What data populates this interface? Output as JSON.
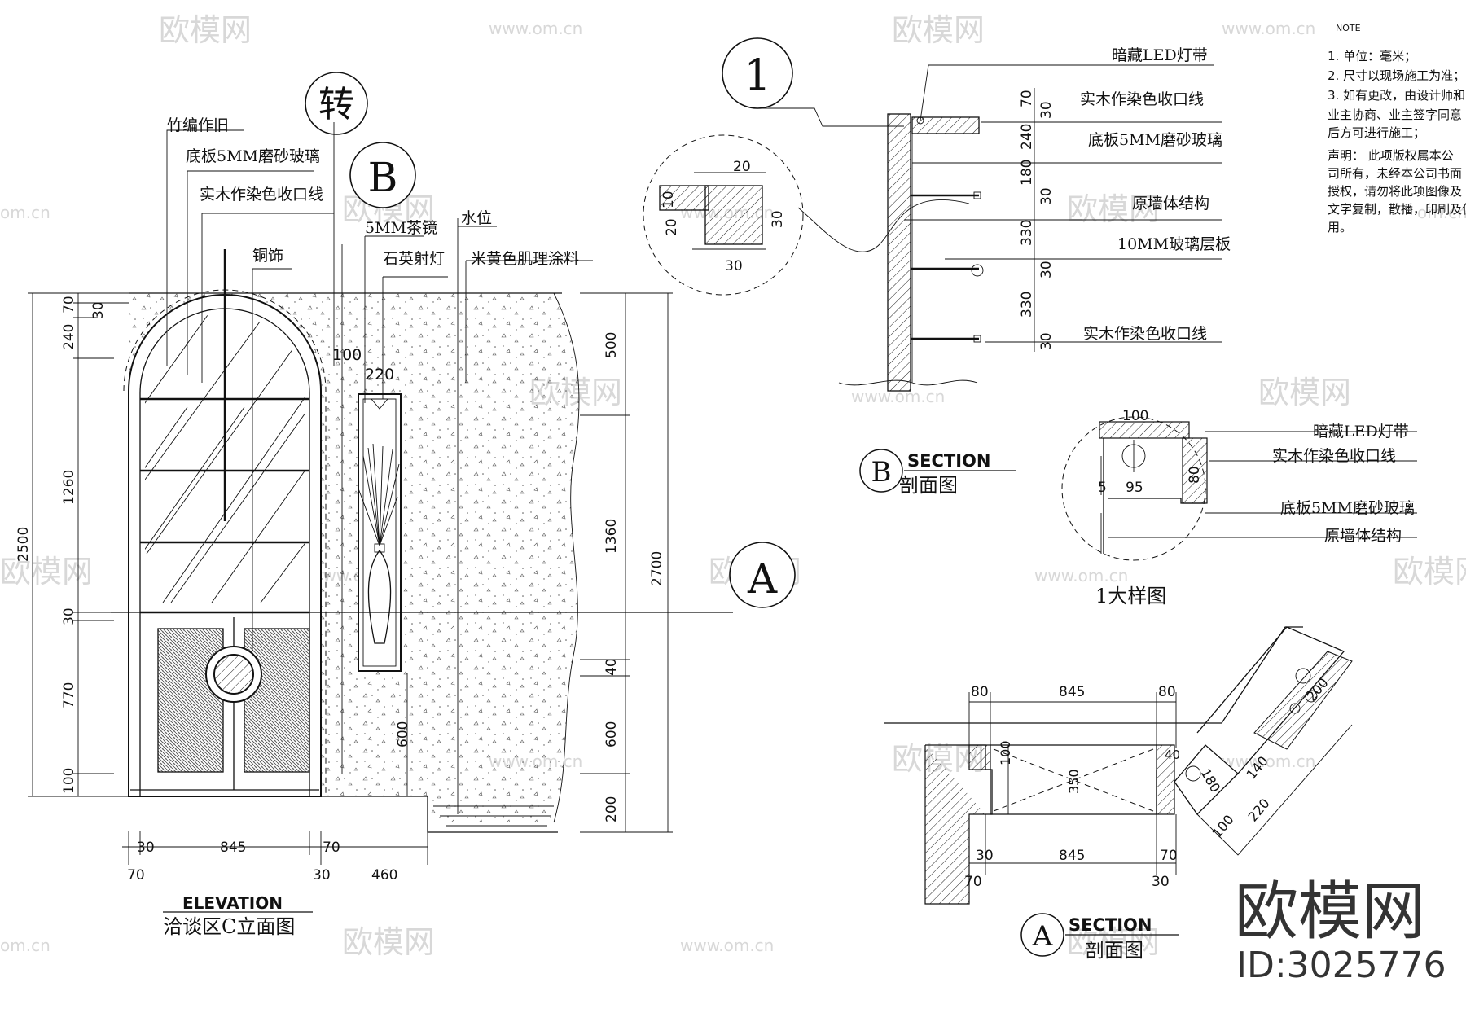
{
  "watermark": {
    "brand": "欧模网",
    "url": "www.om.cn",
    "url_short": "om.cn",
    "big_brand": "欧模网",
    "id": "ID:3025776"
  },
  "notes": {
    "title": "NOTE",
    "items": [
      "1. 单位：毫米；",
      "2. 尺寸以现场施工为准；",
      "3. 如有更改，由设计师和",
      "业主协商、业主签字同意",
      "后方可进行施工；"
    ],
    "statement": [
      "声明：  此项版权属本公",
      "司所有，未经本公司书面",
      "授权，请勿将此项图像及",
      "文字复制，散播，印刷及使",
      "用。"
    ]
  },
  "elevation": {
    "title_en": "ELEVATION",
    "title_cn": "洽谈区C立面图",
    "marker_turn": "转",
    "marker_b": "B",
    "marker_a": "A",
    "labels": {
      "bamboo": "竹编作旧",
      "glass_base": "底板5MM磨砂玻璃",
      "wood_trim": "实木作染色收口线",
      "mirror": "5MM茶镜",
      "copper": "铜饰",
      "quartz_light": "石英射灯",
      "water_level": "水位",
      "paint": "米黄色肌理涂料"
    },
    "dims_left": [
      "70",
      "30",
      "240",
      "1260",
      "2500",
      "30",
      "770",
      "100"
    ],
    "dims_right": [
      "500",
      "1360",
      "2700",
      "40",
      "600",
      "200"
    ],
    "dims_bottom": [
      "30",
      "845",
      "70",
      "70",
      "30",
      "460"
    ],
    "dim_100": "100",
    "dim_220": "220",
    "dim_600": "600"
  },
  "detail1": {
    "marker": "1",
    "title": "1大样图",
    "dims": [
      "20",
      "10",
      "20",
      "30",
      "30"
    ],
    "dims2": [
      "100",
      "95",
      "5",
      "80"
    ],
    "labels": [
      "暗藏LED灯带",
      "实木作染色收口线",
      "底板5MM磨砂玻璃",
      "原墙体结构"
    ]
  },
  "section_b": {
    "marker": "B",
    "title_en": "SECTION",
    "title_cn": "剖面图",
    "labels": [
      "暗藏LED灯带",
      "实木作染色收口线",
      "底板5MM磨砂玻璃",
      "原墙体结构",
      "10MM玻璃层板",
      "实木作染色收口线"
    ],
    "dims": [
      "70",
      "30",
      "240",
      "180",
      "30",
      "330",
      "30",
      "330",
      "30"
    ]
  },
  "section_a": {
    "marker": "A",
    "title_en": "SECTION",
    "title_cn": "剖面图",
    "dims_top": [
      "80",
      "845",
      "80"
    ],
    "dims_mid": [
      "100",
      "350",
      "40",
      "180"
    ],
    "dims_bottom": [
      "30",
      "845",
      "70",
      "70",
      "30"
    ],
    "dims_diag": [
      "200",
      "140",
      "220",
      "100"
    ]
  }
}
